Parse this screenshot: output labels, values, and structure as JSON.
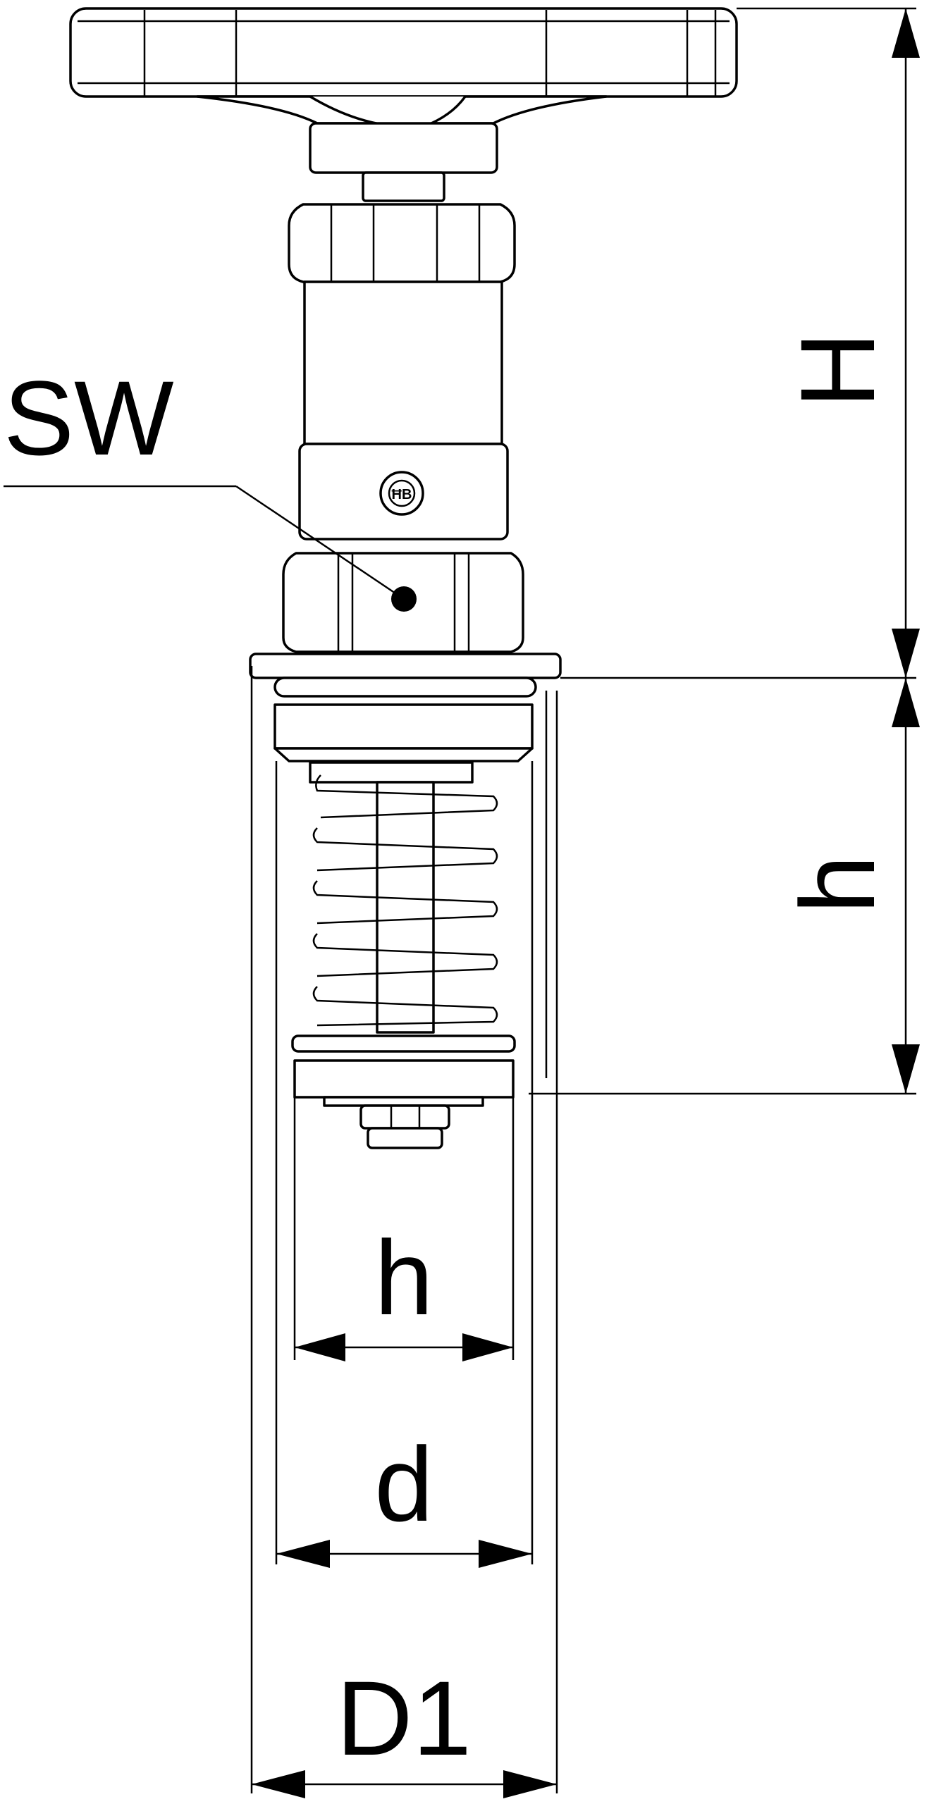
{
  "labels": {
    "sw": "SW",
    "H": "H",
    "h_vertical": "h",
    "h_horizontal": "h",
    "d": "d",
    "D1": "D1"
  },
  "colors": {
    "line": "#000000",
    "background": "#ffffff"
  }
}
